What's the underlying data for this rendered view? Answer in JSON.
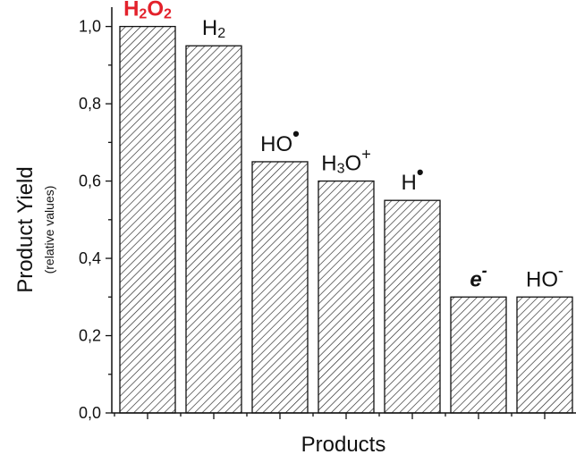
{
  "chart_data": {
    "type": "bar",
    "xlabel": "Products",
    "ylabel": "Product Yield",
    "ylabel_sub": "(relative values)",
    "ylim": [
      0,
      1.05
    ],
    "yticks": [
      "0,0",
      "0,2",
      "0,4",
      "0,6",
      "0,8",
      "1,0"
    ],
    "categories": [
      "H2O2",
      "H2",
      "HO•",
      "H3O+",
      "H•",
      "e-",
      "HO-"
    ],
    "values": [
      1.0,
      0.95,
      0.65,
      0.6,
      0.55,
      0.3,
      0.3
    ],
    "bar_labels": [
      {
        "base": "H",
        "sub": "2",
        "mid": "O",
        "sub2": "2",
        "sup": ""
      },
      {
        "base": "H",
        "sub": "2",
        "mid": "",
        "sub2": "",
        "sup": ""
      },
      {
        "base": "HO",
        "sub": "",
        "mid": "",
        "sub2": "",
        "sup": "•"
      },
      {
        "base": "H",
        "sub": "3",
        "mid": "O",
        "sub2": "",
        "sup": "+"
      },
      {
        "base": "H",
        "sub": "",
        "mid": "",
        "sub2": "",
        "sup": "•"
      },
      {
        "base": "e",
        "sub": "",
        "mid": "",
        "sub2": "",
        "sup": "-"
      },
      {
        "base": "HO",
        "sub": "",
        "mid": "",
        "sub2": "",
        "sup": "-"
      }
    ],
    "highlight_color": "#e3212b",
    "bar_fill": "hatched",
    "grid": false
  }
}
